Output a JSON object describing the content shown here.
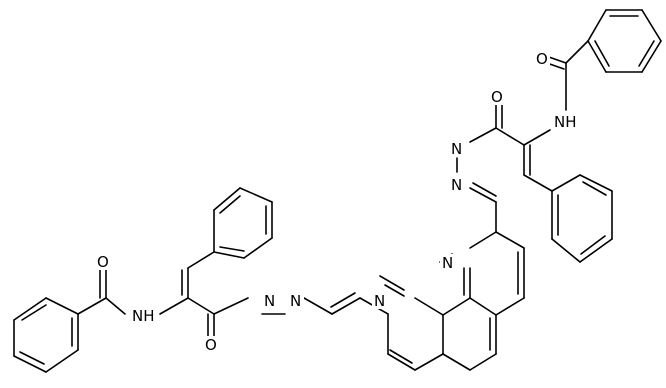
{
  "atoms": {
    "n_phen_left": "N",
    "n_phen_right": "N",
    "n_hydrazone_left_1": "N",
    "n_hydrazone_left_2": "N",
    "n_hydrazone_right_1": "N",
    "n_hydrazone_right_2": "N",
    "nh_amide_left": "NH",
    "nh_amide_right": "NH",
    "o_amide_left": "O",
    "o_hydrazide_left": "O",
    "o_amide_right": "O",
    "o_hydrazide_right": "O"
  }
}
